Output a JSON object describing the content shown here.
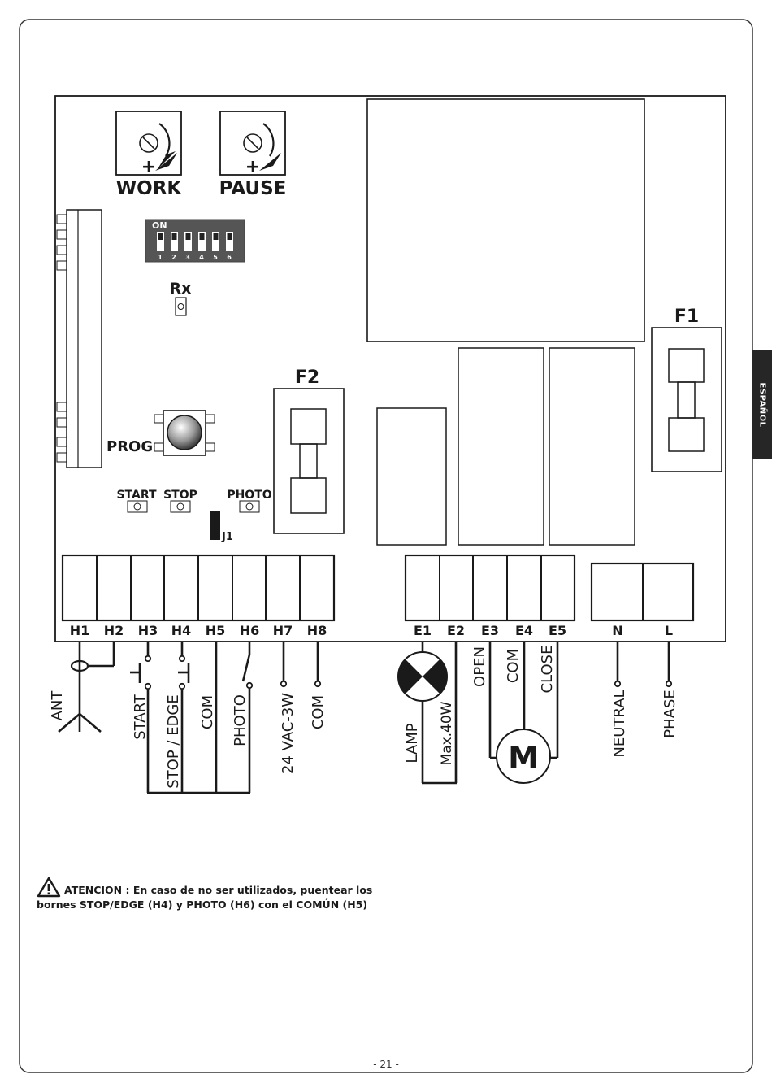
{
  "trimmers": [
    {
      "label": "WORK",
      "sign": "+"
    },
    {
      "label": "PAUSE",
      "sign": "+"
    }
  ],
  "dip_switch": {
    "on_label": "ON",
    "numbers": [
      "1",
      "2",
      "3",
      "4",
      "5",
      "6"
    ]
  },
  "rx_label": "Rx",
  "prog_label": "PROG",
  "led_labels": [
    "START",
    "STOP",
    "PHOTO"
  ],
  "jumper_label": "J1",
  "fuses": [
    "F1",
    "F2"
  ],
  "terminals_left": [
    "H1",
    "H2",
    "H3",
    "H4",
    "H5",
    "H6",
    "H7",
    "H8"
  ],
  "terminals_mid": [
    "E1",
    "E2",
    "E3",
    "E4",
    "E5"
  ],
  "terminals_right": [
    "N",
    "L"
  ],
  "wires": {
    "ant": "ANT",
    "start": "START",
    "stop_edge": "STOP / EDGE",
    "com_h5": "COM",
    "photo": "PHOTO",
    "vac": "24 VAC-3W",
    "com_h8": "COM",
    "lamp": "LAMP",
    "lamp_max": "Max.40W",
    "open": "OPEN",
    "com_motor": "COM",
    "close": "CLOSE",
    "motor": "M",
    "neutral": "NEUTRAL",
    "phase": "PHASE"
  },
  "warning": {
    "line1": "ATENCION : En caso de no ser utilizados, puentear los",
    "line2": "bornes STOP/EDGE (H4) y PHOTO (H6) con el COMÚN (H5)"
  },
  "side_tab": "ESPAÑOL",
  "page_number": "- 21 -"
}
